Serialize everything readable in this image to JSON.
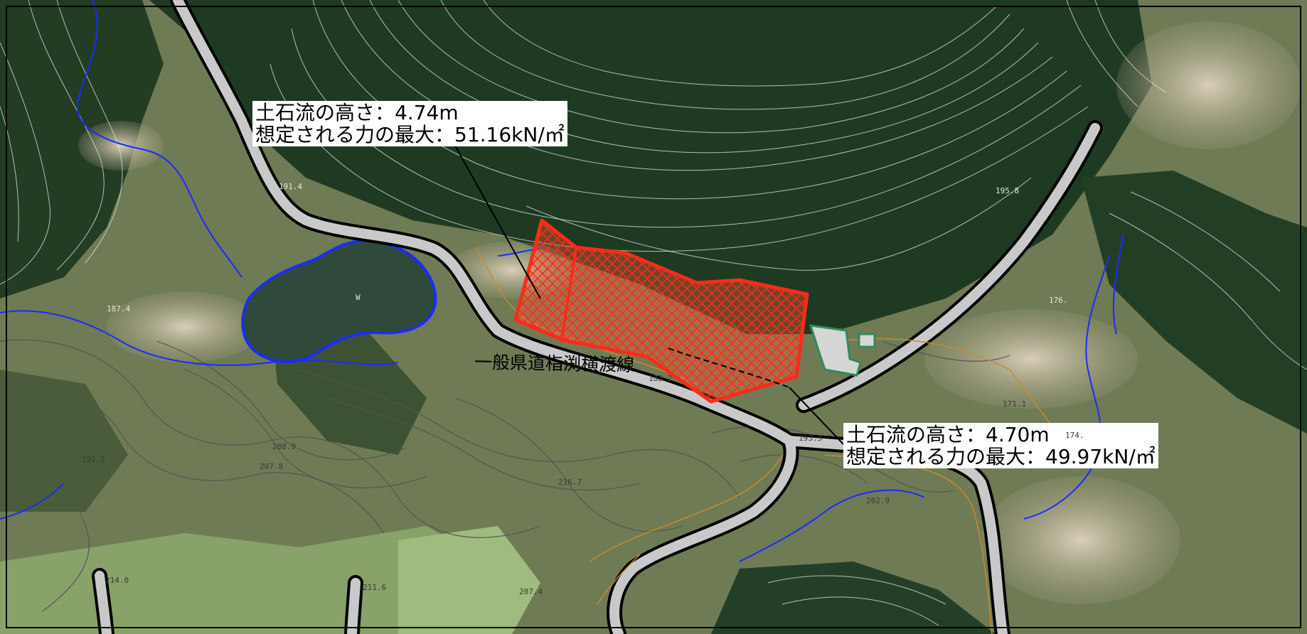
{
  "map": {
    "callouts": [
      {
        "height_line": "土石流の高さ：4.74m",
        "force_line": "想定される力の最大：51.16kN/㎡"
      },
      {
        "height_line": "土石流の高さ：4.70m",
        "force_line": "想定される力の最大：49.97kN/㎡"
      }
    ],
    "road_label": "一般県道栺渕横渡線",
    "water_label": "W",
    "elevations": [
      "187.4",
      "191.2",
      "208.9",
      "207.8",
      "216.7",
      "202.9",
      "211.6",
      "214.0",
      "207.4",
      "171.1",
      "176.",
      "174.",
      "183.2",
      "193.3",
      "195.8",
      "191.4"
    ],
    "colors": {
      "hazard_zone": "#ff2a1a",
      "water": "#1a2cff",
      "road_casing": "#000000",
      "road_fill": "#c9c9c9",
      "contour_light": "#e8e8e8",
      "contour_dark": "#555555",
      "forest": "#1f3a22",
      "building": "#2e8c5a"
    }
  }
}
